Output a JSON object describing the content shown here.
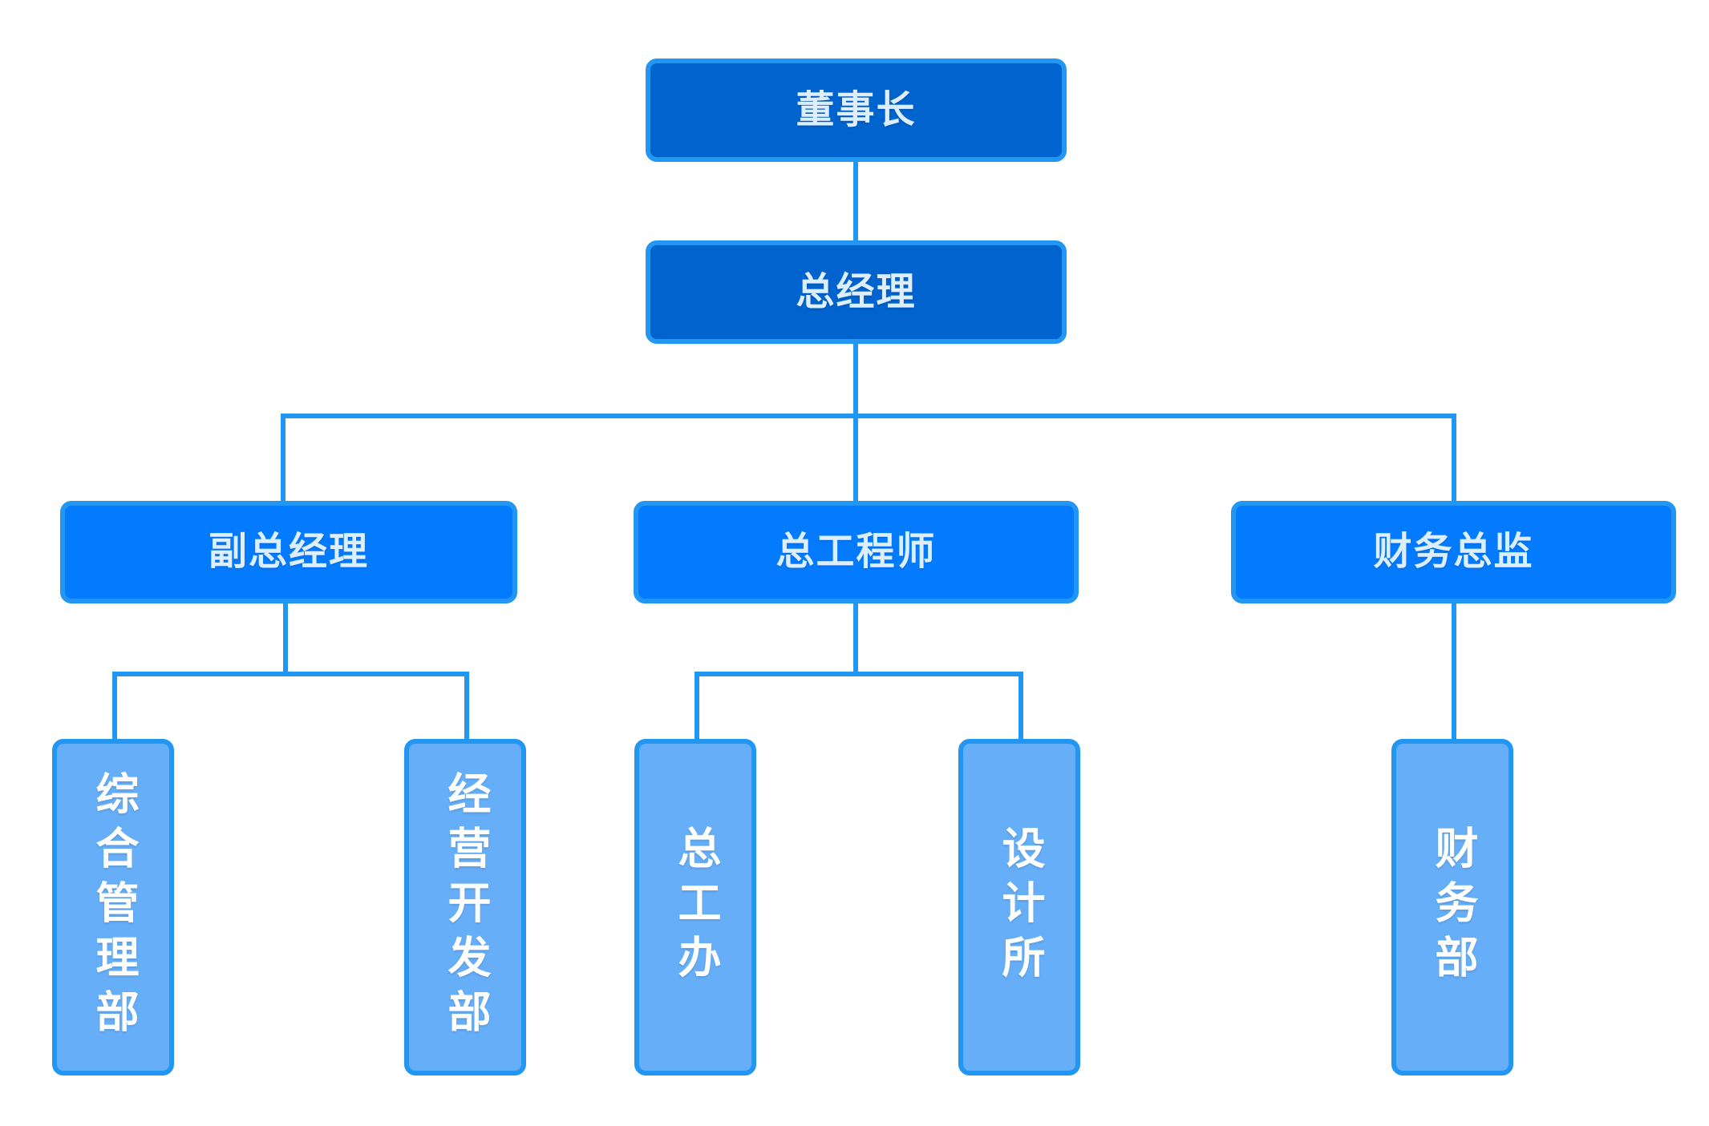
{
  "chart": {
    "type": "org-chart",
    "title": "",
    "orientation": "top-down",
    "background": "#FFFFFF",
    "colors": {
      "level0_fill": "#0063CE",
      "level1_fill": "#047BFF",
      "level2_fill": "#66AEF8",
      "border": "#2196F3",
      "connector": "#2196F3",
      "level0_text": "#DCEEFF",
      "level1_text": "#DCEEFF",
      "level2_text": "#FFFFFF"
    }
  },
  "nodes": {
    "chairman": {
      "label": "董事长",
      "level": 0
    },
    "general_manager": {
      "label": "总经理",
      "level": 1
    },
    "deputy_general_manager": {
      "label": "副总经理",
      "level": 2
    },
    "chief_engineer": {
      "label": "总工程师",
      "level": 2
    },
    "finance_director": {
      "label": "财务总监",
      "level": 2
    },
    "general_admin_dept": {
      "label": "综合管理部",
      "level": 3
    },
    "business_dev_dept": {
      "label": "经营开发部",
      "level": 3
    },
    "chief_engineer_office": {
      "label": "总工办",
      "level": 3
    },
    "design_institute": {
      "label": "设计所",
      "level": 3
    },
    "finance_dept": {
      "label": "财务部",
      "level": 3
    }
  },
  "edges": [
    {
      "from": "chairman",
      "to": "general_manager"
    },
    {
      "from": "general_manager",
      "to": "deputy_general_manager"
    },
    {
      "from": "general_manager",
      "to": "chief_engineer"
    },
    {
      "from": "general_manager",
      "to": "finance_director"
    },
    {
      "from": "deputy_general_manager",
      "to": "general_admin_dept"
    },
    {
      "from": "deputy_general_manager",
      "to": "business_dev_dept"
    },
    {
      "from": "chief_engineer",
      "to": "chief_engineer_office"
    },
    {
      "from": "chief_engineer",
      "to": "design_institute"
    },
    {
      "from": "finance_director",
      "to": "finance_dept"
    }
  ]
}
